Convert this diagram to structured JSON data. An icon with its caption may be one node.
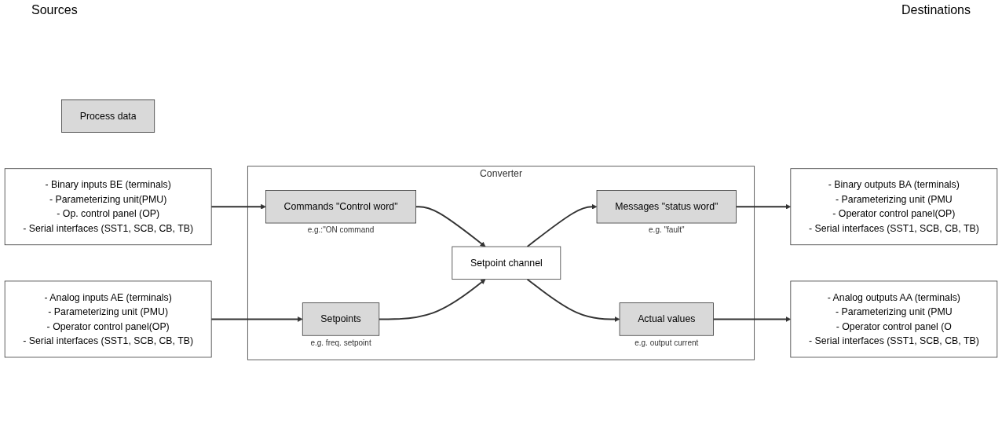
{
  "diagram": {
    "nodes": [
      {
        "text": [
          "Process data"
        ]
      },
      {
        "text": [
          "- Binary inputs BE (terminals)",
          "- Parameterizing unit(PMU)",
          "- Op. control panel (OP)",
          "- Serial interfaces (SST1, SCB, CB, TB)"
        ]
      },
      {
        "text": [
          "- Analog inputs AE (terminals)",
          "- Parameterizing unit (PMU)",
          "- Operator control panel(OP)",
          "- Serial interfaces (SST1, SCB, CB, TB)"
        ]
      },
      {
        "text": [
          "Converter"
        ]
      },
      {
        "text": [
          "Commands \"Control word\""
        ],
        "in": 3,
        "beside": [
          "e.g.:\"ON command"
        ]
      },
      {
        "text": [
          "Setpoints"
        ],
        "in": 3,
        "beside": [
          "e.g. freq. setpoint"
        ]
      },
      {
        "text": [
          "Setpoint channel"
        ],
        "in": 3
      },
      {
        "text": [
          "Messages \"status word\""
        ],
        "in": 3,
        "beside": [
          "e.g. \"fault\""
        ]
      },
      {
        "text": [
          "Actual values"
        ],
        "in": 3,
        "beside": [
          "e.g. output current"
        ]
      },
      {
        "text": [
          "- Binary outputs BA (terminals)",
          "- Parameterizing unit (PMU",
          "- Operator control panel(OP)",
          "- Serial interfaces (SST1, SCB, CB, TB)"
        ]
      },
      {
        "text": [
          "- Analog outputs AA (terminals)",
          "- Parameterizing unit (PMU",
          "- Operator control panel (O",
          "- Serial interfaces (SST1, SCB, CB, TB)"
        ]
      }
    ],
    "edges": [
      {
        "from": 1,
        "to": 4,
        "arrow": "to"
      },
      {
        "from": 4,
        "to": 6,
        "arrow": "to"
      },
      {
        "from": 6,
        "to": 7,
        "arrow": "to"
      },
      {
        "from": 7,
        "to": 9,
        "arrow": "to"
      },
      {
        "from": 2,
        "to": 5,
        "arrow": "to"
      },
      {
        "from": 5,
        "to": 6,
        "arrow": "to"
      },
      {
        "from": 6,
        "to": 8,
        "arrow": "to"
      },
      {
        "from": 8,
        "to": 10,
        "arrow": "to"
      }
    ],
    "labels": [
      "Sources",
      "Destinations"
    ]
  }
}
